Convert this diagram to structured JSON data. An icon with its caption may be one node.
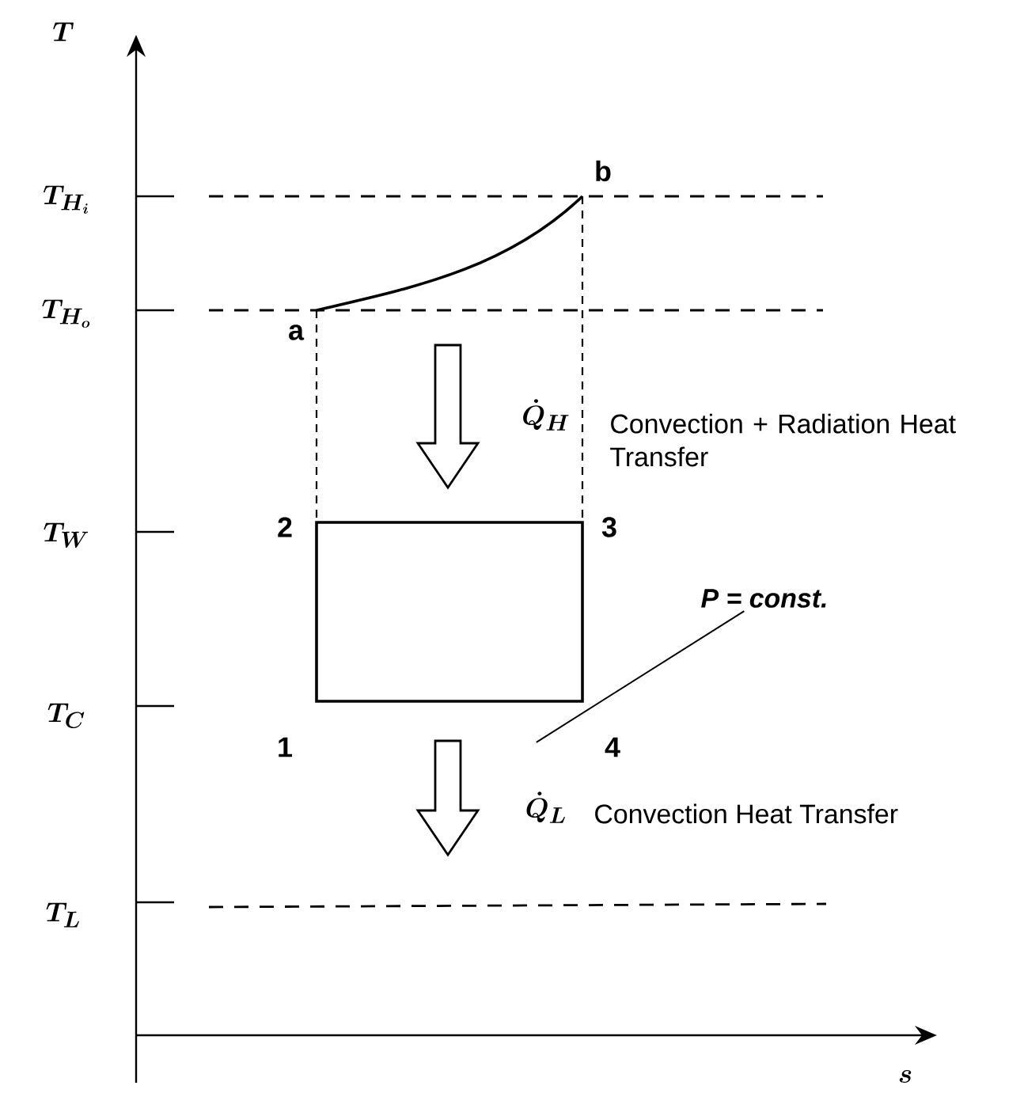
{
  "diagram": {
    "nodes": [
      {
        "text": [
          "P = const."
        ]
      },
      {
        "text": [],
        "shape": "box"
      }
    ],
    "edges": [
      {
        "from": 0,
        "to": 1,
        "arrow": "none"
      }
    ],
    "labels": [
      "T",
      "T_{H_i}",
      "b",
      "T_{H_o}",
      "a",
      "\\dot{Q}_H",
      "Convection + Radiation Heat Transfer",
      "T_W",
      "2",
      "3",
      "T_C",
      "1",
      "4",
      "\\dot{Q}_L",
      "Convection Heat Transfer",
      "T_L",
      "s"
    ]
  }
}
